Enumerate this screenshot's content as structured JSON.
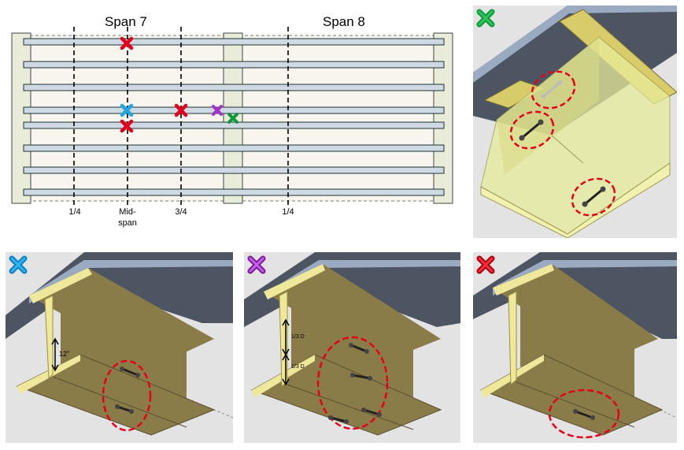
{
  "plan": {
    "span_titles": [
      "Span 7",
      "Span 8"
    ],
    "position_labels": [
      "1/4",
      "Mid-",
      "span",
      "3/4",
      "1/4"
    ]
  },
  "panels": {
    "blue": {
      "dimension_label": "12\""
    },
    "purple": {
      "dimension_labels": [
        "1/3 D",
        "1/3 D"
      ]
    }
  },
  "colors": {
    "red_marker": "#e0001b",
    "blue_marker": "#22a7e0",
    "purple_marker": "#a533c8",
    "green_marker": "#0a9a3c",
    "girder_fill": "#8a7c48",
    "deck_fill": "#4c5561",
    "flange_fill": "#efe79a",
    "highlight_circle": "#e8001a",
    "plan_beam": "#cfd9e4"
  },
  "icons": [
    "x-marker-icon",
    "dashed-circle-icon",
    "bolt-sensor-icon"
  ]
}
